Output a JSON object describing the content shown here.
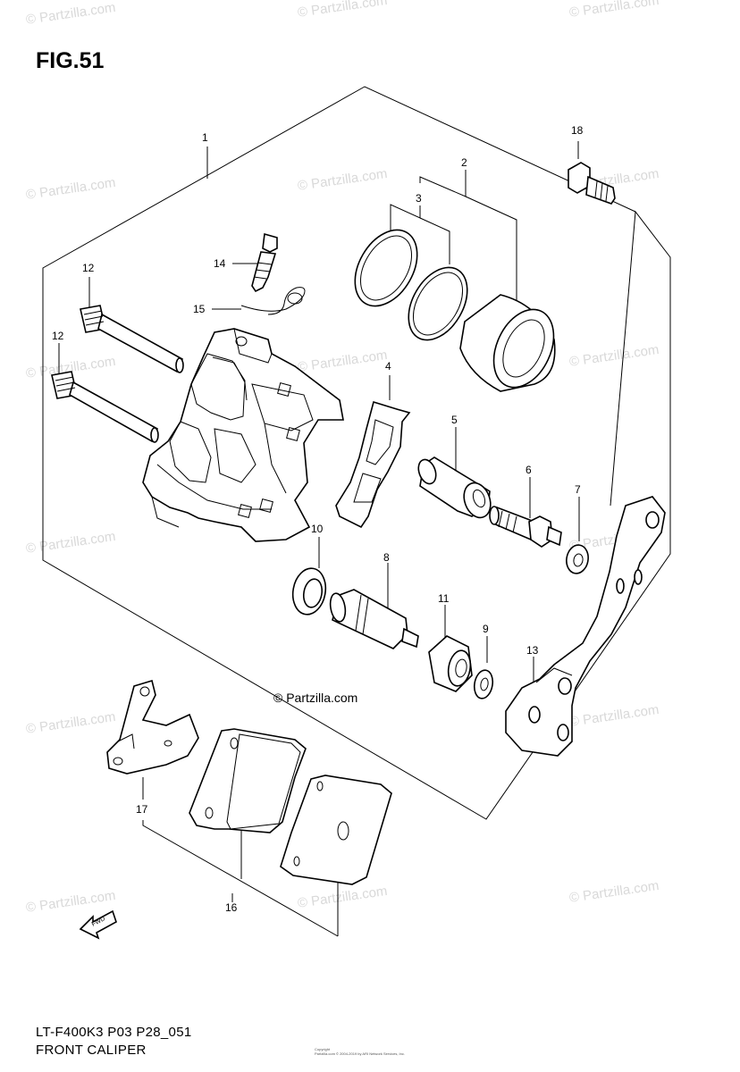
{
  "figure": {
    "title": "FIG.51",
    "code": "LT-F400K3 P03 P28_051",
    "name": "FRONT CALIPER",
    "fwd_label": "FWD",
    "copyright_small": [
      "Copyright",
      "Partzilla.com © 2004-2019 by ARI Network Services, Inc."
    ]
  },
  "watermark": {
    "text": "© Partzilla.com",
    "center_text": "© Partzilla.com"
  },
  "callouts": [
    {
      "id": "c1",
      "label": "1"
    },
    {
      "id": "c2",
      "label": "2"
    },
    {
      "id": "c3",
      "label": "3"
    },
    {
      "id": "c4",
      "label": "4"
    },
    {
      "id": "c5",
      "label": "5"
    },
    {
      "id": "c6",
      "label": "6"
    },
    {
      "id": "c7",
      "label": "7"
    },
    {
      "id": "c8",
      "label": "8"
    },
    {
      "id": "c9",
      "label": "9"
    },
    {
      "id": "c10",
      "label": "10"
    },
    {
      "id": "c11",
      "label": "11"
    },
    {
      "id": "c12a",
      "label": "12"
    },
    {
      "id": "c12b",
      "label": "12"
    },
    {
      "id": "c13",
      "label": "13"
    },
    {
      "id": "c14",
      "label": "14"
    },
    {
      "id": "c15",
      "label": "15"
    },
    {
      "id": "c16",
      "label": "16"
    },
    {
      "id": "c17",
      "label": "17"
    },
    {
      "id": "c18",
      "label": "18"
    }
  ]
}
